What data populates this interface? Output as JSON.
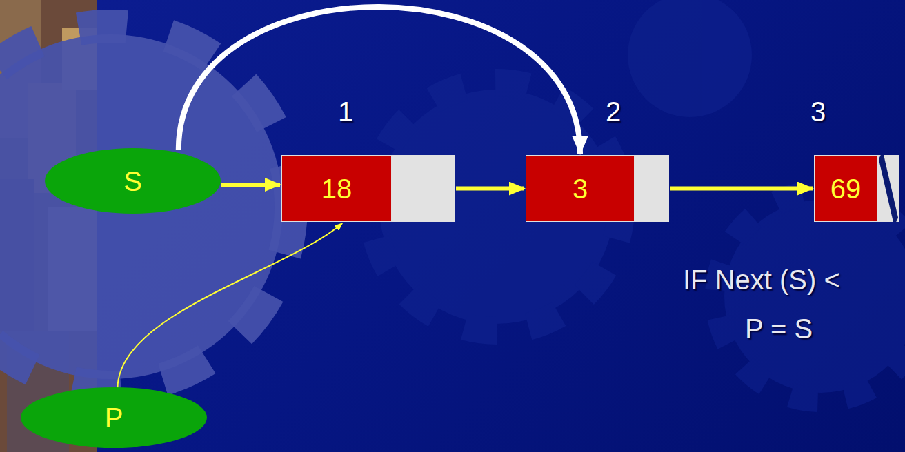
{
  "diagram": {
    "nodes": [
      {
        "text": [
          "S"
        ]
      },
      {
        "text": [
          "18"
        ]
      },
      {
        "text": [
          "3"
        ]
      },
      {
        "text": [
          "69"
        ]
      },
      {
        "text": [
          "P"
        ]
      }
    ],
    "edges": [
      {
        "from": 0,
        "to": 1,
        "arrow": "to"
      },
      {
        "from": 1,
        "to": 2,
        "arrow": "to"
      },
      {
        "from": 2,
        "to": 3,
        "arrow": "to"
      },
      {
        "from": 0,
        "to": 2,
        "arrow": "to"
      },
      {
        "from": 4,
        "to": 1,
        "arrow": "to"
      }
    ],
    "labels": [
      "1",
      "2",
      "3",
      "IF Next (S) <",
      "P = S"
    ]
  }
}
